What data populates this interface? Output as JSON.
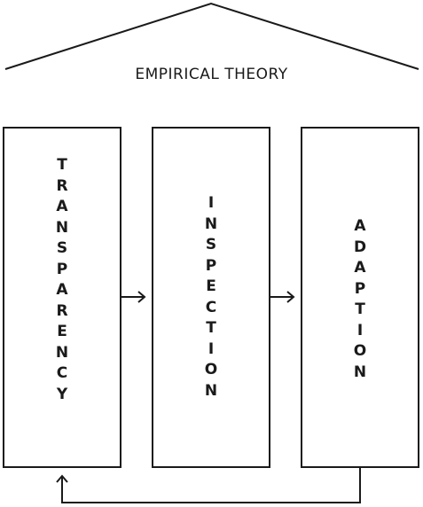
{
  "title": "EMPIRICAL THEORY",
  "pillars": [
    {
      "label": "TRANSPARENCY"
    },
    {
      "label": "INSPECTION"
    },
    {
      "label": "ADAPTION"
    }
  ],
  "colors": {
    "stroke": "#1a1a1a",
    "text": "#1a1a1a",
    "background": "#ffffff"
  }
}
